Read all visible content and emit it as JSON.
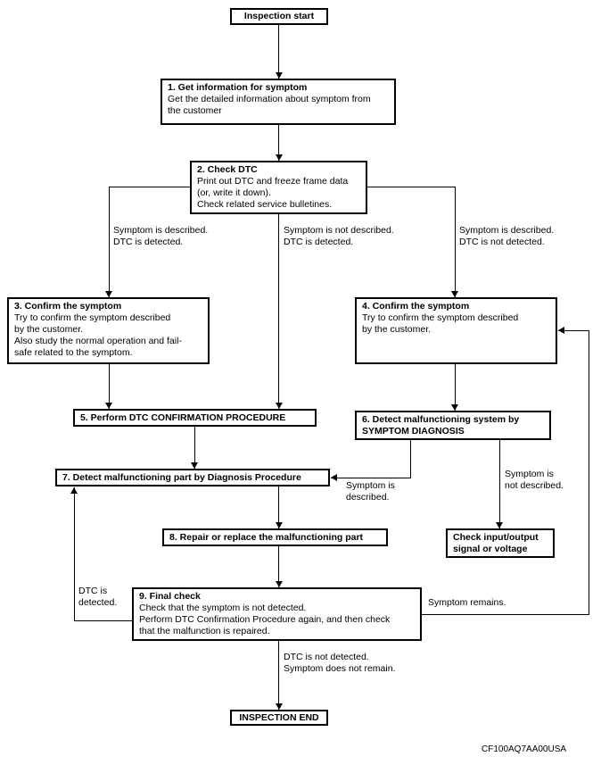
{
  "figure_code": "CF100AQ7AA00USA",
  "nodes": {
    "start": {
      "label": "Inspection start"
    },
    "step1": {
      "title": "1. Get information for symptom",
      "body": "Get the detailed information about symptom from\nthe customer"
    },
    "step2": {
      "title": "2. Check DTC",
      "body": "Print out DTC and freeze frame data\n(or, write it down).\nCheck related service bulletines."
    },
    "step3": {
      "title": "3. Confirm the symptom",
      "body": "Try to confirm the symptom described\nby the customer.\nAlso study the normal operation and fail-\nsafe related to the symptom."
    },
    "step4": {
      "title": "4. Confirm the symptom",
      "body": "Try to confirm the symptom described\nby the customer."
    },
    "step5": {
      "title": "5. Perform DTC CONFIRMATION PROCEDURE"
    },
    "step6": {
      "title": "6. Detect malfunctioning system by\nSYMPTOM DIAGNOSIS"
    },
    "step7": {
      "title": "7. Detect malfunctioning part by Diagnosis Procedure"
    },
    "step8": {
      "title": "8. Repair or replace the malfunctioning part"
    },
    "check_io": {
      "title": "Check input/output\nsignal or voltage"
    },
    "step9": {
      "title": "9. Final check",
      "body": "Check that the symptom is not detected.\nPerform DTC Confirmation Procedure again, and then check\nthat the malfunction is repaired."
    },
    "end": {
      "label": "INSPECTION END"
    }
  },
  "edge_labels": {
    "left_branch": "Symptom is described.\nDTC is detected.",
    "middle_branch": "Symptom is not described.\nDTC is detected.",
    "right_branch": "Symptom is described.\nDTC is not detected.",
    "symptom_described": "Symptom is\ndescribed.",
    "symptom_not_described": "Symptom is\nnot described.",
    "dtc_detected": "DTC is\ndetected.",
    "symptom_remains": "Symptom remains.",
    "dtc_not_detected": "DTC is not detected.\nSymptom does not remain."
  },
  "colors": {
    "line": "#000000",
    "background": "#ffffff"
  }
}
